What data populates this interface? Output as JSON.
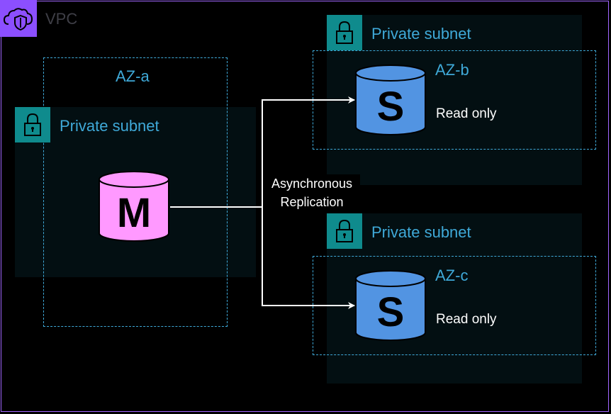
{
  "vpc": {
    "label": "VPC",
    "icon": "cloud-shield-icon",
    "border_color": "#a166ff"
  },
  "subnets": {
    "left": {
      "label": "Private subnet",
      "icon": "lock-icon"
    },
    "top_right": {
      "label": "Private subnet",
      "icon": "lock-icon"
    },
    "bottom_right": {
      "label": "Private subnet",
      "icon": "lock-icon"
    }
  },
  "zones": {
    "a": {
      "label": "AZ-a"
    },
    "b": {
      "label": "AZ-b",
      "note": "Read only"
    },
    "c": {
      "label": "AZ-c",
      "note": "Read only"
    }
  },
  "databases": {
    "master": {
      "letter": "M",
      "color": "#ff99ff",
      "icon": "database-icon"
    },
    "replica_b": {
      "letter": "S",
      "color": "#5294e2",
      "icon": "database-icon"
    },
    "replica_c": {
      "letter": "S",
      "color": "#5294e2",
      "icon": "database-icon"
    }
  },
  "replication": {
    "line1": "Asynchronous",
    "line2": "Replication"
  },
  "colors": {
    "accent_blue": "#3fa9d8",
    "subnet_teal": "#0f8b8d",
    "vpc_purple": "#8c4fff"
  }
}
